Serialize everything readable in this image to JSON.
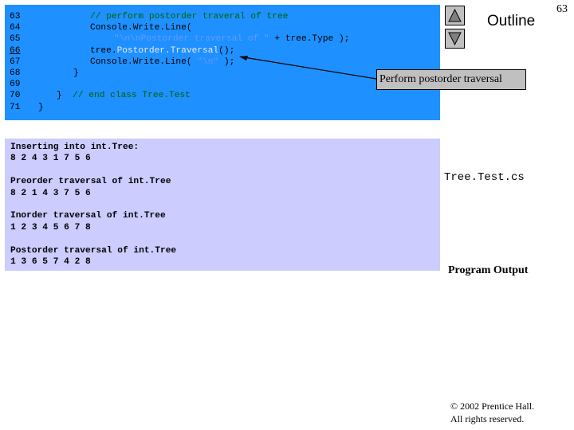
{
  "slide": {
    "page_number": "63",
    "outline_title": "Outline"
  },
  "navigation": {
    "up_icon": "triangle-up-icon",
    "down_icon": "triangle-down-icon"
  },
  "code": {
    "lines": [
      {
        "number": "63",
        "tokens": [
          {
            "t": "comment",
            "v": "// perform postorder traveral of tree"
          }
        ]
      },
      {
        "number": "64",
        "tokens": [
          {
            "t": "plain",
            "v": "Console.Write.Line("
          }
        ]
      },
      {
        "number": "65",
        "tokens": [
          {
            "t": "string",
            "v": "\"\\n\\nPostorder traversal of \""
          },
          {
            "t": "plain",
            "v": " + tree.Type );"
          }
        ]
      },
      {
        "number": "66",
        "tokens": [
          {
            "t": "plain",
            "v": "tree."
          },
          {
            "t": "method",
            "v": "Postorder.Traversal"
          },
          {
            "t": "plain",
            "v": "();"
          }
        ]
      },
      {
        "number": "67",
        "tokens": [
          {
            "t": "plain",
            "v": "Console.Write.Line( "
          },
          {
            "t": "string",
            "v": "\"\\n\""
          },
          {
            "t": "plain",
            "v": " );"
          }
        ]
      },
      {
        "number": "68",
        "tokens": [
          {
            "t": "plain",
            "v": "}"
          }
        ]
      },
      {
        "number": "69",
        "tokens": []
      },
      {
        "number": "70",
        "tokens": [
          {
            "t": "plain",
            "v": "}  "
          },
          {
            "t": "comment",
            "v": "// end class Tree.Test"
          }
        ]
      },
      {
        "number": "71",
        "tokens": [
          {
            "t": "plain",
            "v": "}"
          }
        ]
      }
    ]
  },
  "callout": {
    "text": "Perform postorder traversal"
  },
  "output": {
    "lines": [
      "Inserting into int.Tree:",
      "8 2 4 3 1 7 5 6",
      "",
      "Preorder traversal of int.Tree",
      "8 2 1 4 3 7 5 6",
      "",
      "Inorder traversal of int.Tree",
      "1 2 3 4 5 6 7 8",
      "",
      "Postorder traversal of int.Tree",
      "1 3 6 5 7 4 2 8"
    ]
  },
  "file_label": "Tree.Test.cs",
  "program_output_label": "Program Output",
  "copyright": {
    "line1": "© 2002 Prentice Hall.",
    "line2": "All rights reserved."
  },
  "colors": {
    "code_bg": "#1e90ff",
    "output_bg": "#ccccff",
    "callout_bg": "#c0c0c0",
    "comment": "#006400",
    "string": "#6699ff",
    "method": "#e8e8ff"
  }
}
